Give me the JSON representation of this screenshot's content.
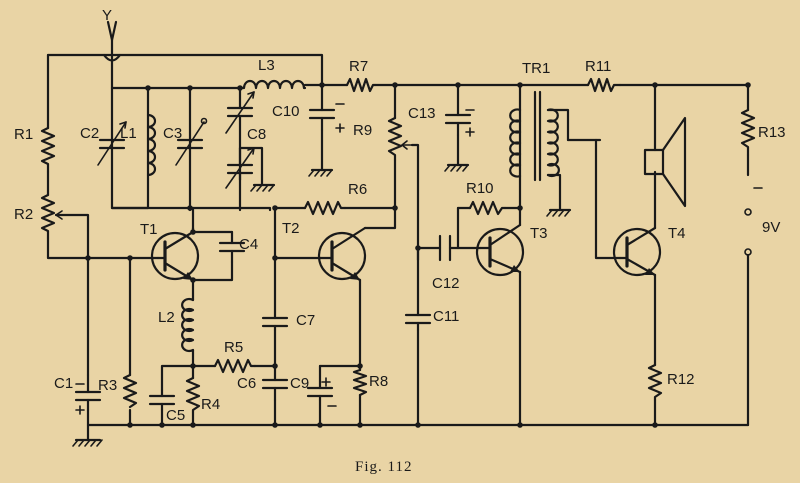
{
  "figure": {
    "caption": "Fig. 112"
  },
  "labels": {
    "antenna": "Y",
    "R1": "R1",
    "R2": "R2",
    "R3": "R3",
    "R4": "R4",
    "R5": "R5",
    "R6": "R6",
    "R7": "R7",
    "R8": "R8",
    "R9": "R9",
    "R10": "R10",
    "R11": "R11",
    "R12": "R12",
    "R13": "R13",
    "C1": "C1",
    "C2": "C2",
    "C3": "C3",
    "C4": "C4",
    "C5": "C5",
    "C6": "C6",
    "C7": "C7",
    "C8": "C8",
    "C9": "C9",
    "C10": "C10",
    "C11": "C11",
    "C12": "C12",
    "C13": "C13",
    "L1": "L1",
    "L2": "L2",
    "L3": "L3",
    "T1": "T1",
    "T2": "T2",
    "T3": "T3",
    "T4": "T4",
    "TR1": "TR1",
    "battery": "9V"
  },
  "colors": {
    "paper": "#e9d4a5",
    "ink": "#1a1a1a"
  }
}
